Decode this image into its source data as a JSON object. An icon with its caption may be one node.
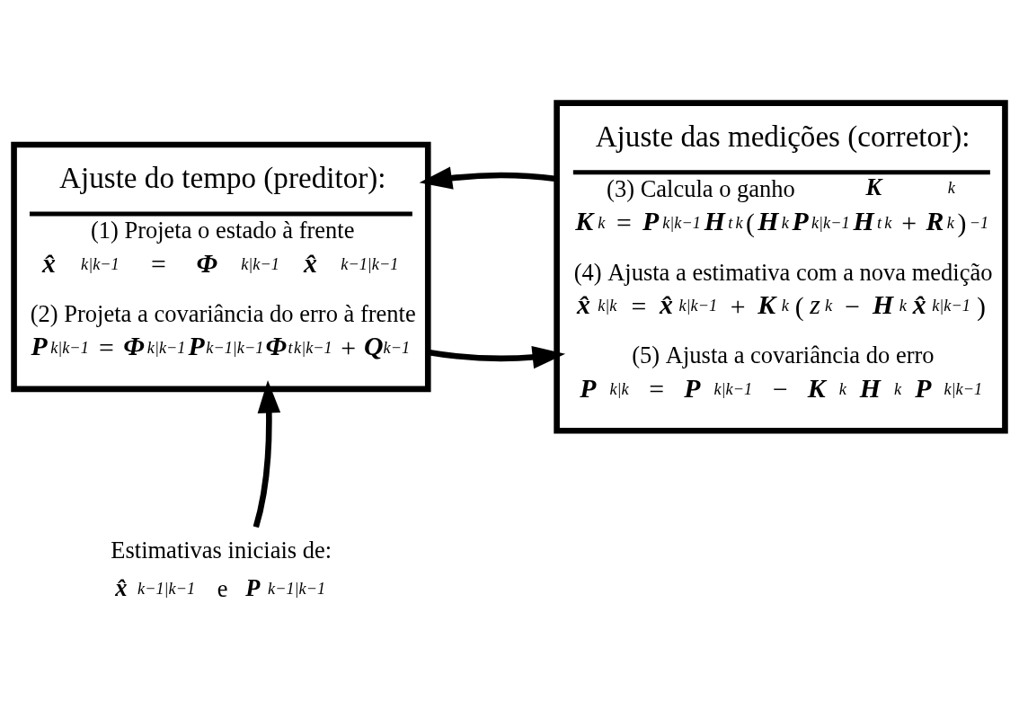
{
  "diagram": {
    "nodes": [
      {
        "text": [
          "Ajuste do tempo (preditor):",
          "(1) Projeta o estado à frente",
          "**x̂**$_{k|k−1}$ = **Φ**$_{k|k−1}$**x̂**$_{k−1|k−1}$",
          "(2) Projeta a covariância do erro à frente",
          "**P**$_{k|k−1}$ = **Φ**$_{k|k−1}$**P**$_{k−1|k−1}$**Φ**$^{t}$$_{k|k−1}$ + **Q**$_{k−1}$"
        ]
      },
      {
        "text": [
          "Ajuste das medições (corretor):",
          "(3) Calcula o ganho **K**$_{k}$",
          "**K**$_{k}$ = **P**$_{k|k−1}$**H**$^{t}$$_{k}$(**H**$_{k}$**P**$_{k|k−1}$**H**$^{t}$$_{k}$ + **R**$_{k}$)$^{−1}$",
          "(4) Ajusta a estimativa com a nova medição",
          "**x̂**$_{k|k}$ = **x̂**$_{k|k−1}$ + **K**$_{k}$(*z*$_{k}$ − **H**$_{k}$**x̂**$_{k|k−1}$)",
          "(5) Ajusta a covariância do erro",
          "**P**$_{k|k}$ = **P**$_{k|k−1}$ − **K**$_{k}$**H**$_{k}$**P**$_{k|k−1}$"
        ]
      },
      {
        "text": [
          "Estimativas iniciais de:",
          "**x̂**$_{k−1|k−1}$  e  **P**$_{k−1|k−1}$"
        ]
      }
    ],
    "edges": [
      {
        "from": 0,
        "to": 1,
        "arrow": "to"
      },
      {
        "from": 1,
        "to": 0,
        "arrow": "to"
      },
      {
        "from": 2,
        "to": 0,
        "arrow": "to"
      }
    ]
  }
}
